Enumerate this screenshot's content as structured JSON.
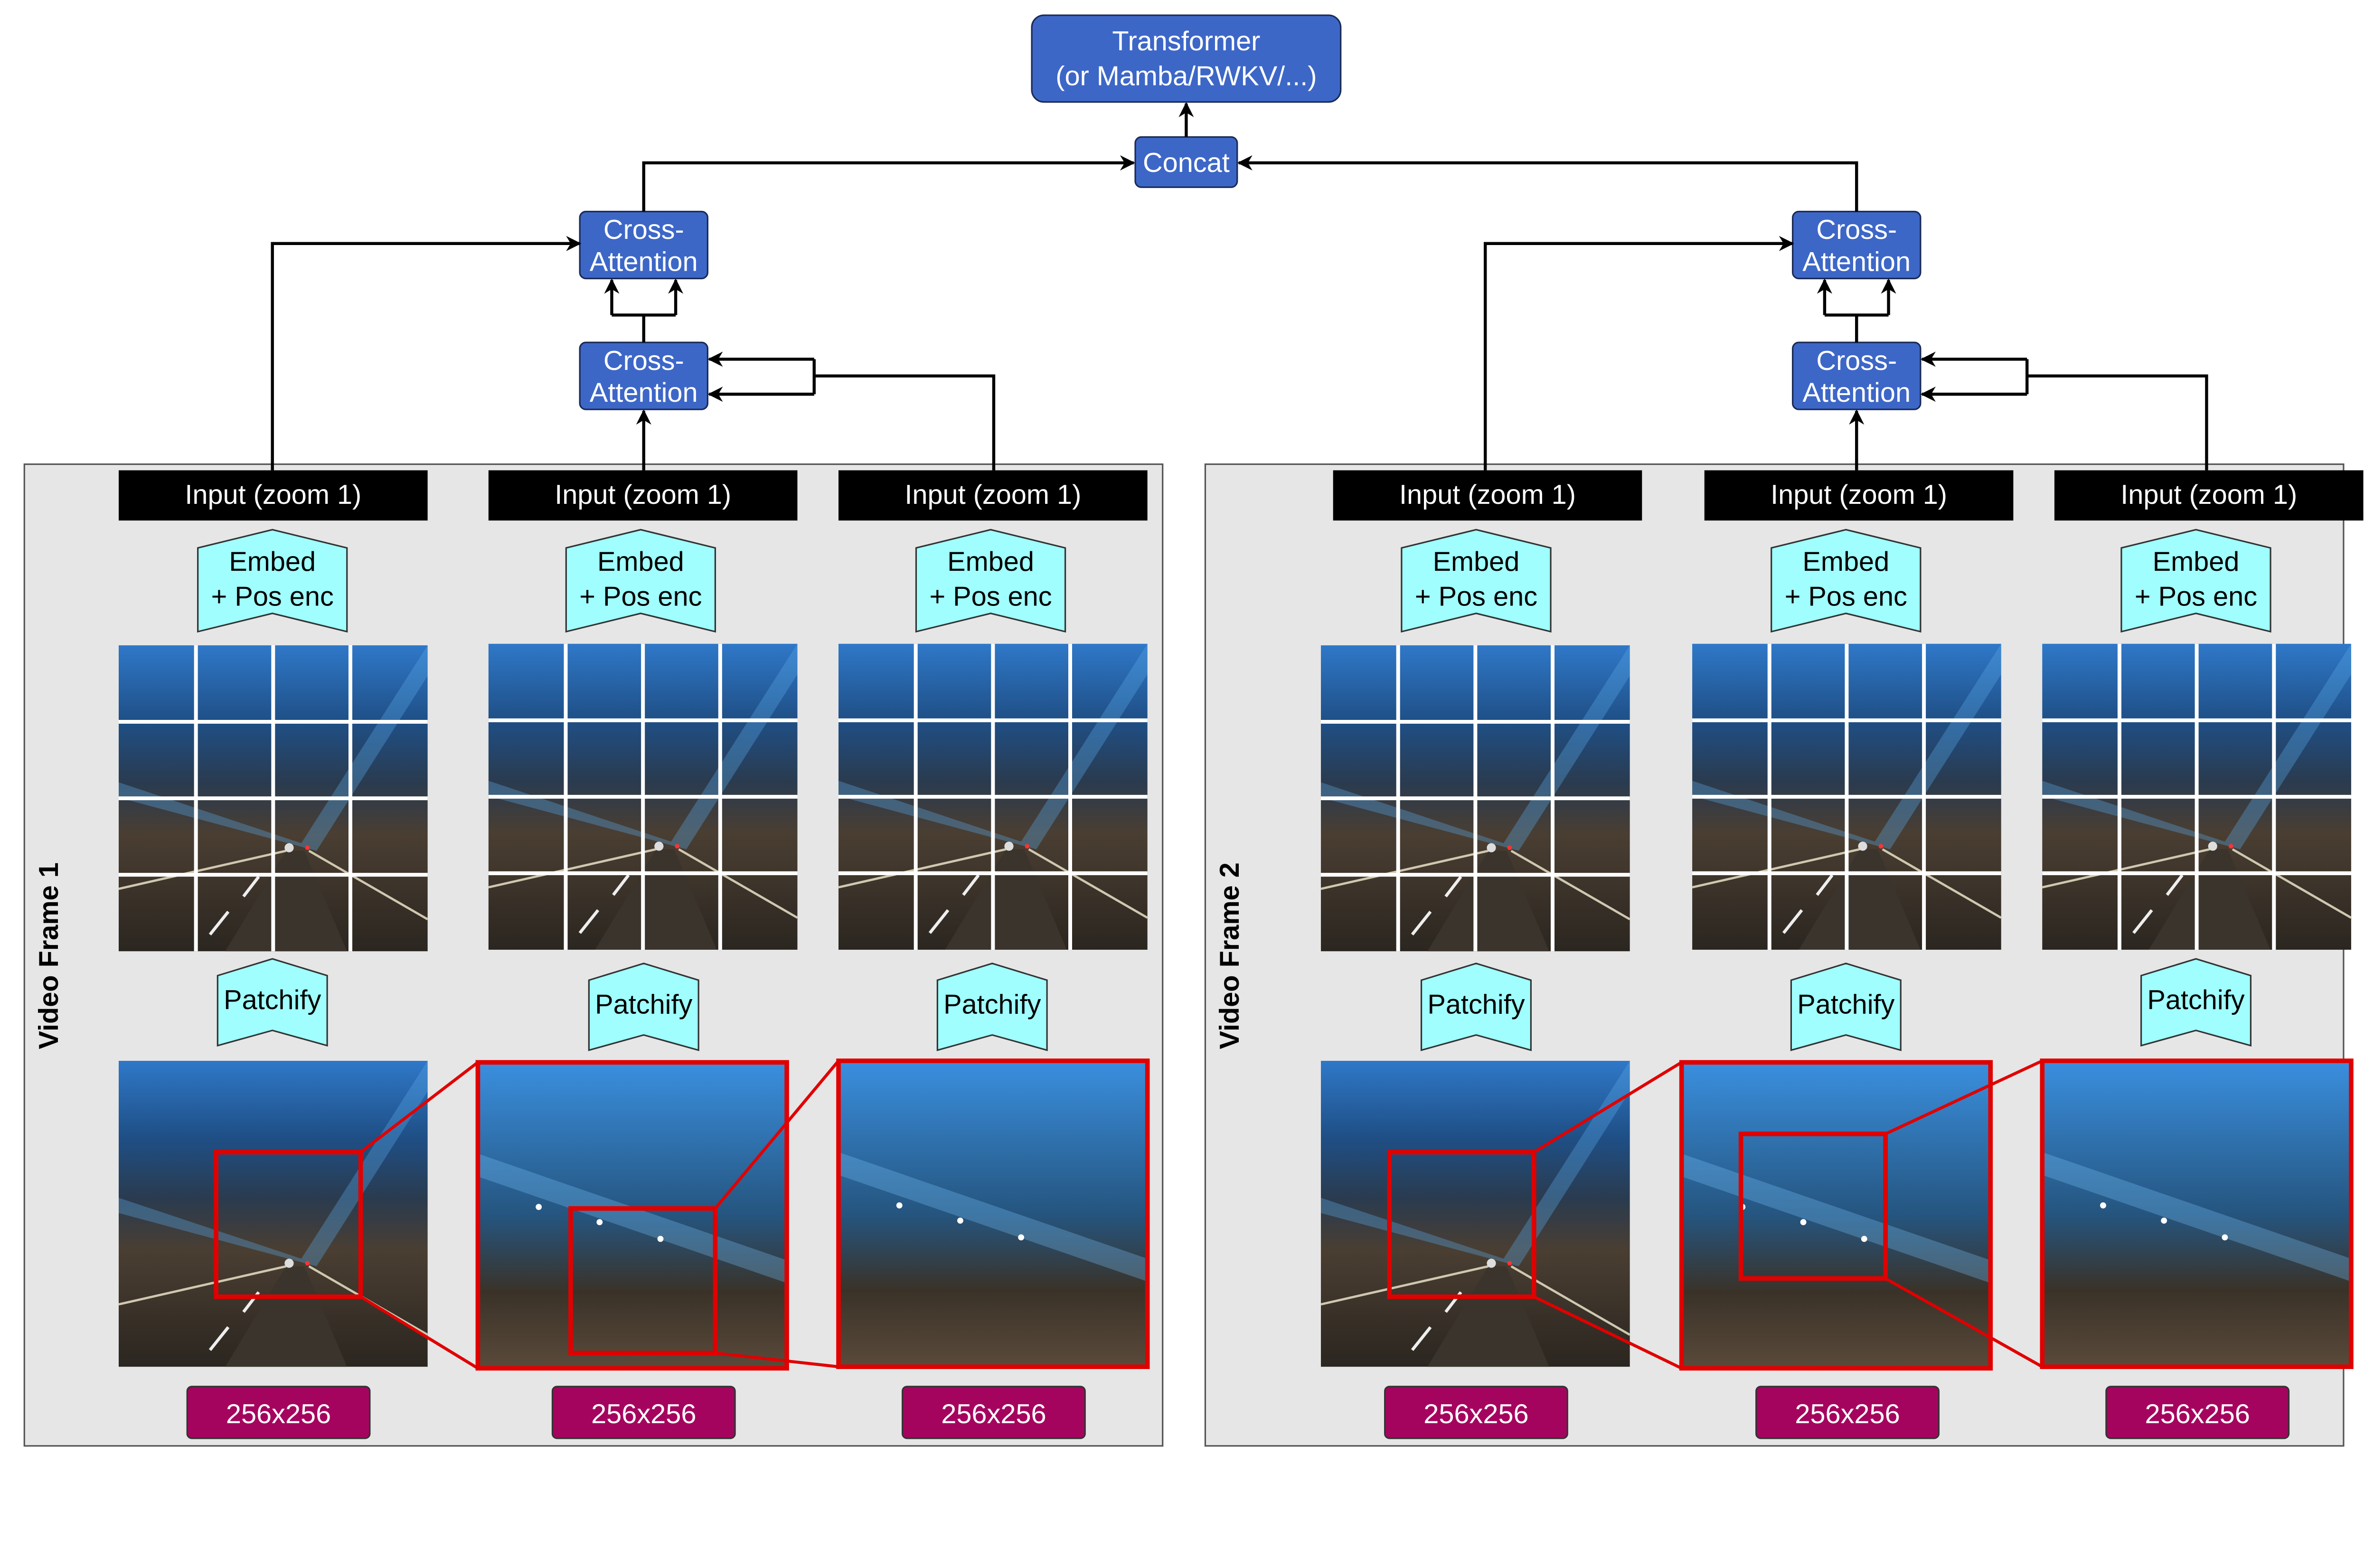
{
  "top": {
    "transformer": [
      "Transformer",
      "(or Mamba/RWKV/...)"
    ],
    "concat": "Concat"
  },
  "cross_attention": [
    "Cross-",
    "Attention"
  ],
  "frames": [
    {
      "label": "Video Frame 1",
      "columns": [
        {
          "input": "Input (zoom 1)",
          "embed": [
            "Embed",
            "+ Pos enc"
          ],
          "patchify": "Patchify",
          "size": "256x256"
        },
        {
          "input": "Input (zoom 1)",
          "embed": [
            "Embed",
            "+ Pos enc"
          ],
          "patchify": "Patchify",
          "size": "256x256"
        },
        {
          "input": "Input (zoom 1)",
          "embed": [
            "Embed",
            "+ Pos enc"
          ],
          "patchify": "Patchify",
          "size": "256x256"
        }
      ]
    },
    {
      "label": "Video Frame 2",
      "columns": [
        {
          "input": "Input (zoom 1)",
          "embed": [
            "Embed",
            "+ Pos enc"
          ],
          "patchify": "Patchify",
          "size": "256x256"
        },
        {
          "input": "Input (zoom 1)",
          "embed": [
            "Embed",
            "+ Pos enc"
          ],
          "patchify": "Patchify",
          "size": "256x256"
        },
        {
          "input": "Input (zoom 1)",
          "embed": [
            "Embed",
            "+ Pos enc"
          ],
          "patchify": "Patchify",
          "size": "256x256"
        }
      ]
    }
  ],
  "colors": {
    "model_box": "#3d67c7",
    "embed_patchify": "#a0fffe",
    "size_badge": "#a5045e",
    "zoom_region": "#e00000",
    "input_bar": "#000000"
  }
}
